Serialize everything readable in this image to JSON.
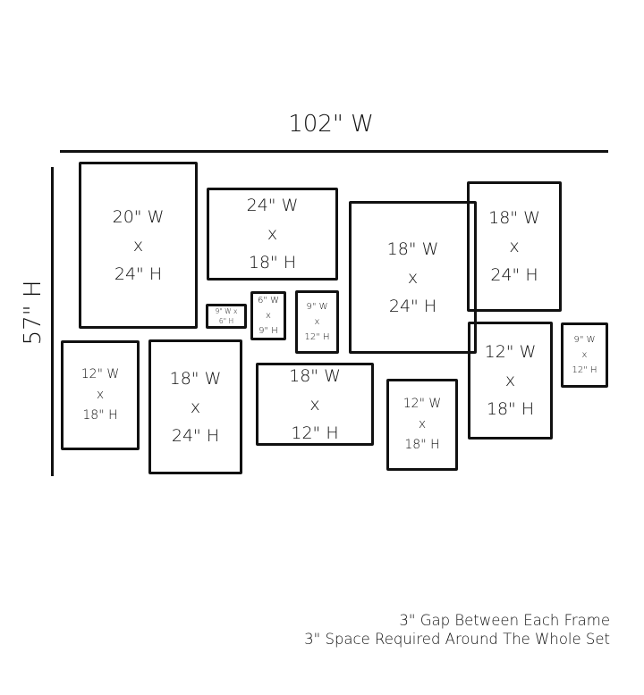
{
  "dimensions": {
    "total_width": "102\" W",
    "total_height": "57\" H"
  },
  "frames": [
    {
      "w": "20\" W",
      "x": "x",
      "h": "24\" H"
    },
    {
      "w": "24\" W",
      "x": "x",
      "h": "18\" H"
    },
    {
      "w": "18\" W",
      "x": "x",
      "h": "24\" H"
    },
    {
      "w": "18\" W",
      "x": "x",
      "h": "24\" H"
    },
    {
      "w": "9\" W x",
      "h": "6\" H"
    },
    {
      "w": "6\" W",
      "x": "x",
      "h": "9\" H"
    },
    {
      "w": "9\" W",
      "x": "x",
      "h": "12\" H"
    },
    {
      "w": "12\" W",
      "x": "x",
      "h": "18\" H"
    },
    {
      "w": "18\" W",
      "x": "x",
      "h": "24\" H"
    },
    {
      "w": "18\" W",
      "x": "x",
      "h": "12\" H"
    },
    {
      "w": "12\" W",
      "x": "x",
      "h": "18\" H"
    },
    {
      "w": "12\" W",
      "x": "x",
      "h": "18\" H"
    },
    {
      "w": "9\" W",
      "x": "x",
      "h": "12\" H"
    }
  ],
  "notes": [
    "3\" Gap Between Each Frame",
    "3\" Space Required Around The Whole Set"
  ]
}
